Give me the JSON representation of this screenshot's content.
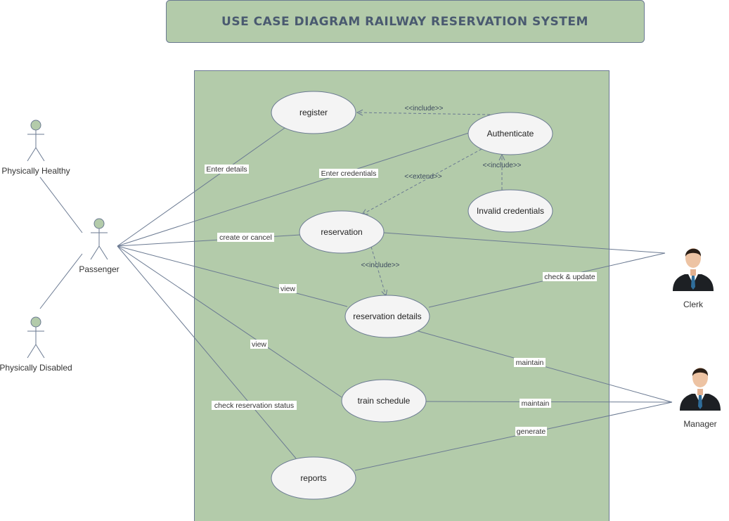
{
  "title": "USE CASE DIAGRAM RAILWAY RESERVATION SYSTEM",
  "actors": {
    "physically_healthy": "Physically Healthy",
    "passenger": "Passenger",
    "physically_disabled": "Physically Disabled",
    "clerk": "Clerk",
    "manager": "Manager"
  },
  "use_cases": {
    "register": "register",
    "authenticate": "Authenticate",
    "invalid_credentials": "Invalid credentials",
    "reservation": "reservation",
    "reservation_details": "reservation details",
    "train_schedule": "train schedule",
    "reports": "reports"
  },
  "edge_labels": {
    "enter_details": "Enter details",
    "enter_credentials": "Enter credentials",
    "create_or_cancel": "create or cancel",
    "view_details": "view",
    "view_schedule": "view",
    "check_reservation_status": "check reservation status",
    "check_and_update": "check & update",
    "maintain_details": "maintain",
    "maintain_schedule": "maintain",
    "generate": "generate"
  },
  "stereotypes": {
    "include_register": "<<include>>",
    "include_invalid": "<<include>>",
    "extend_reservation": "<<extend>>",
    "include_details": "<<include>>"
  },
  "colors": {
    "boundary_fill": "#b3cbaa",
    "title_fill": "#b3cbaa",
    "usecase_fill": "#f4f4f4",
    "actor_head_fill": "#b3cbaa",
    "line": "#6b7a92"
  }
}
